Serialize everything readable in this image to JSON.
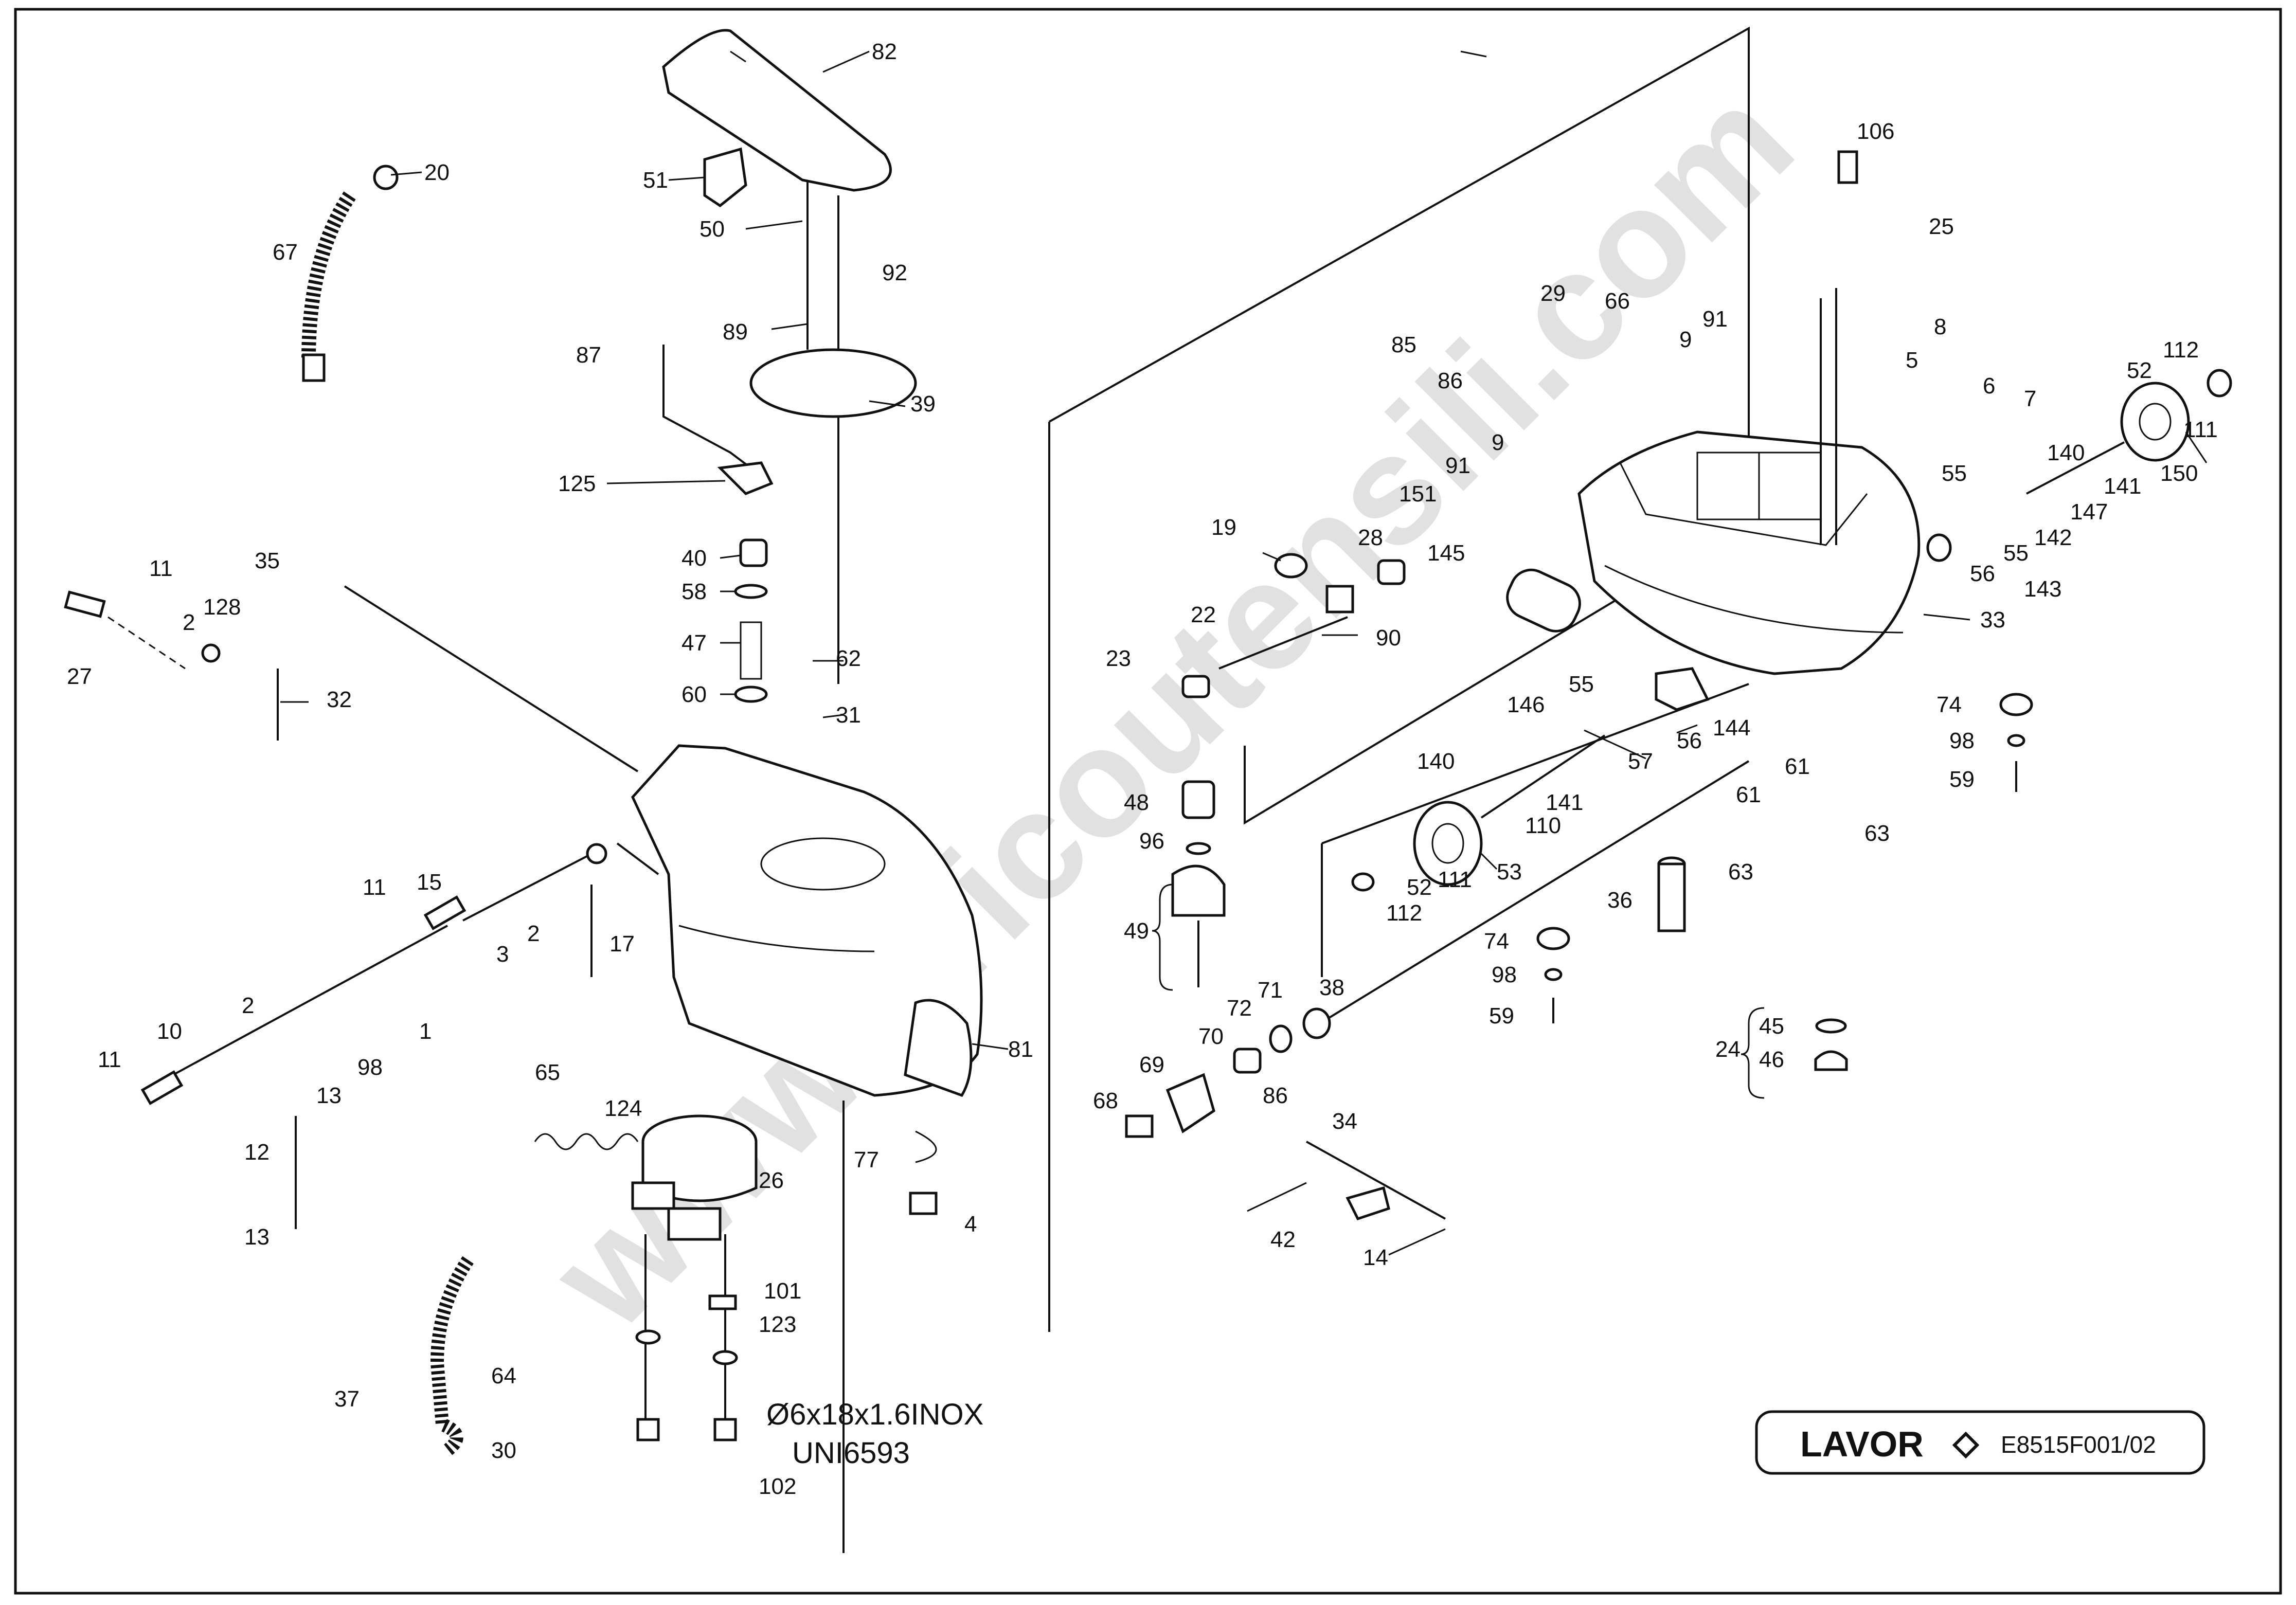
{
  "drawing": {
    "code": "E8515F001/02",
    "brand": "LAVOR",
    "watermark": "www.bricoutensili.com",
    "spec_lines": [
      "Ø6x18x1.6INOX",
      "UNI6593"
    ]
  },
  "labels": {
    "l1": "1",
    "l2a": "2",
    "l2b": "2",
    "l2c": "2",
    "l3": "3",
    "l4": "4",
    "l5": "5",
    "l6": "6",
    "l7": "7",
    "l8": "8",
    "l9a": "9",
    "l9b": "9",
    "l10": "10",
    "l11a": "11",
    "l11b": "11",
    "l11c": "11",
    "l12": "12",
    "l13a": "13",
    "l13b": "13",
    "l14": "14",
    "l15": "15",
    "l17": "17",
    "l19": "19",
    "l20": "20",
    "l22": "22",
    "l23": "23",
    "l24": "24",
    "l25": "25",
    "l26": "26",
    "l27": "27",
    "l28": "28",
    "l29": "29",
    "l30": "30",
    "l31": "31",
    "l32": "32",
    "l33": "33",
    "l34": "34",
    "l35": "35",
    "l36": "36",
    "l37": "37",
    "l38": "38",
    "l39": "39",
    "l40": "40",
    "l42": "42",
    "l45": "45",
    "l46": "46",
    "l47": "47",
    "l48": "48",
    "l49": "49",
    "l50": "50",
    "l51": "51",
    "l52a": "52",
    "l52b": "52",
    "l53": "53",
    "l55a": "55",
    "l55b": "55",
    "l55c": "55",
    "l56a": "56",
    "l56b": "56",
    "l57": "57",
    "l58": "58",
    "l59a": "59",
    "l59b": "59",
    "l60": "60",
    "l61a": "61",
    "l61b": "61",
    "l62": "62",
    "l63a": "63",
    "l63b": "63",
    "l64": "64",
    "l65": "65",
    "l66": "66",
    "l67": "67",
    "l68": "68",
    "l69": "69",
    "l70": "70",
    "l71": "71",
    "l72": "72",
    "l74a": "74",
    "l74b": "74",
    "l77": "77",
    "l81": "81",
    "l82": "82",
    "l85": "85",
    "l86a": "86",
    "l86b": "86",
    "l87": "87",
    "l89": "89",
    "l90": "90",
    "l91a": "91",
    "l91b": "91",
    "l92": "92",
    "l96": "96",
    "l98a": "98",
    "l98b": "98",
    "l98c": "98",
    "l101": "101",
    "l102": "102",
    "l106": "106",
    "l110": "110",
    "l111a": "111",
    "l111b": "111",
    "l112a": "112",
    "l112b": "112",
    "l123": "123",
    "l124": "124",
    "l125": "125",
    "l128": "128",
    "l140a": "140",
    "l140b": "140",
    "l141a": "141",
    "l141b": "141",
    "l142": "142",
    "l143": "143",
    "l144": "144",
    "l145": "145",
    "l146": "146",
    "l147": "147",
    "l150": "150",
    "l151": "151"
  }
}
